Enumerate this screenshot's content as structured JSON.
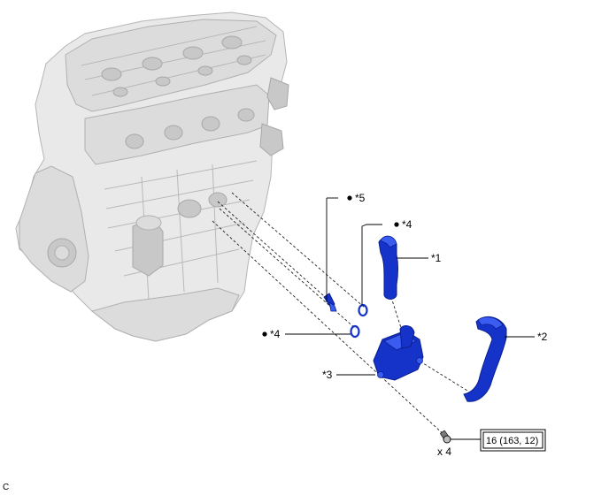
{
  "labels": {
    "part1": "*1",
    "part2": "*2",
    "part3": "*3",
    "part4_upper": "*4",
    "part4_lower": "*4",
    "part5": "*5",
    "bolt_qty": "x 4",
    "torque": "16 (163, 12)",
    "corner_mark": "C"
  },
  "colors": {
    "part_blue": "#1633c9",
    "engine_gray": "#e0e0e0",
    "line_black": "#000000"
  },
  "icons": {
    "replace_marker": "filled-circle-bullet",
    "bolt": "bolt-icon"
  }
}
